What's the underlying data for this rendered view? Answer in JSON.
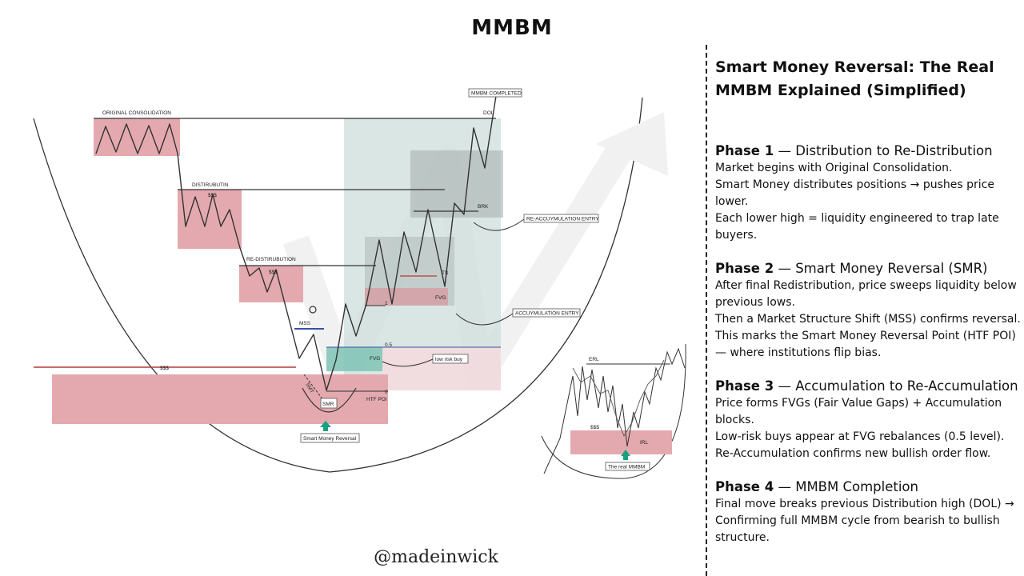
{
  "header": {
    "title": "MMBM"
  },
  "watermark": "@madeinwick",
  "diagram": {
    "labels": {
      "original_consolidation": "ORIGINAL CONSOLIDATION",
      "distribution": "DISTIRUBUTIN",
      "re_distribution": "RE-DISTIRUBUTION",
      "mmbm_completed": "MMBM COMPLETED",
      "dol": "DOL",
      "brk": "BRK",
      "ts": "TS",
      "fvg_upper": "FVG",
      "fvg_lower": "FVG",
      "level_1": "1",
      "level_05": "0.5",
      "level_0": "0",
      "mss": "MSS",
      "smt": "SMT",
      "smr": "SMR",
      "htf_poi": "HTF POI",
      "low_risk_buy": "low risk buy",
      "smart_money_reversal": "Smart Money Reversal",
      "re_accumulation_entry": "RE-ACCUYMULATION ENTRY",
      "accumulation_entry": "ACCUYMULATION ENTRY",
      "dollar_1": "$$$",
      "dollar_2": "$$$",
      "dollar_3": "$$$",
      "mini_erl": "ERL",
      "mini_dollar": "$$$",
      "mini_irl": "IRL",
      "mini_caption": "The real MMBM"
    },
    "colors": {
      "red_zone": "#e3a9ae",
      "red_zone_light": "#f6dadd",
      "teal_zone": "#cfe0dd",
      "gray_zone": "#a9b2b0",
      "fvg_green": "#7fc4b5",
      "mss_blue": "#3b4fa8",
      "red_line": "#b03a3a",
      "arrow_green": "#1aa07e"
    }
  },
  "panel": {
    "title": "Smart Money Reversal: The Real MMBM Explained (Simplified)",
    "phases": [
      {
        "name": "Phase 1",
        "subtitle": " — Distribution to Re-Distribution",
        "lines": [
          "Market begins with Original Consolidation.",
          "Smart Money distributes positions → pushes price lower.",
          "Each lower high = liquidity engineered to trap late buyers."
        ]
      },
      {
        "name": "Phase 2",
        "subtitle": " — Smart Money Reversal (SMR)",
        "lines": [
          "After final Redistribution, price sweeps liquidity below previous lows.",
          "Then a Market Structure Shift (MSS) confirms reversal.",
          "This marks the Smart Money Reversal Point (HTF POI) — where institutions flip bias."
        ]
      },
      {
        "name": "Phase 3",
        "subtitle": " — Accumulation to Re-Accumulation",
        "lines": [
          "Price forms FVGs (Fair Value Gaps) + Accumulation blocks.",
          "Low-risk buys appear at FVG rebalances (0.5 level).",
          "Re-Accumulation confirms new bullish order flow."
        ]
      },
      {
        "name": "Phase 4",
        "subtitle": " — MMBM Completion",
        "lines": [
          "Final move breaks previous Distribution high (DOL) → Confirming full MMBM cycle from bearish to bullish structure."
        ]
      }
    ]
  }
}
